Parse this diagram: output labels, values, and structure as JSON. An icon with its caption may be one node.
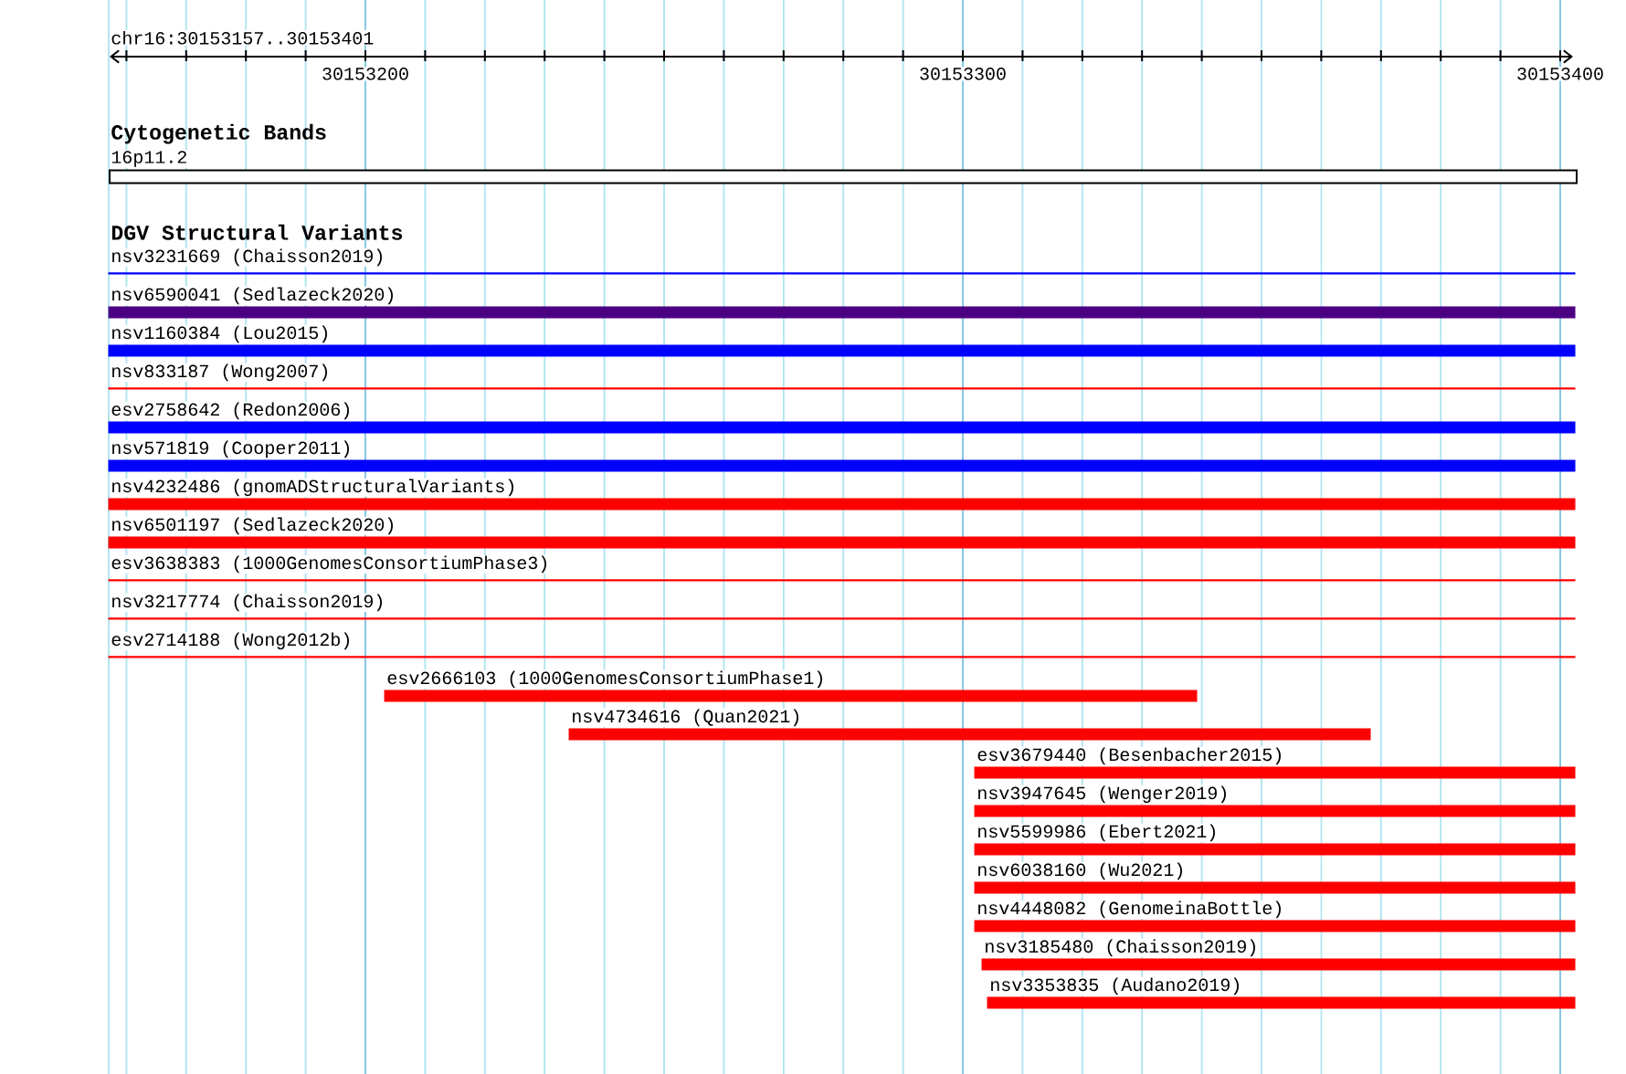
{
  "diagram": {
    "nodes": [
      {
        "text": [
          "16p11.2"
        ]
      },
      {
        "text": [
          "nsv3231669 (Chaisson2019)"
        ]
      },
      {
        "text": [
          "nsv6590041 (Sedlazeck2020)"
        ]
      },
      {
        "text": [
          "nsv1160384 (Lou2015)"
        ]
      },
      {
        "text": [
          "nsv833187 (Wong2007)"
        ]
      },
      {
        "text": [
          "esv2758642 (Redon2006)"
        ]
      },
      {
        "text": [
          "nsv571819 (Cooper2011)"
        ]
      },
      {
        "text": [
          "nsv4232486 (gnomADStructuralVariants)"
        ]
      },
      {
        "text": [
          "nsv6501197 (Sedlazeck2020)"
        ]
      },
      {
        "text": [
          "esv3638383 (1000GenomesConsortiumPhase3)"
        ]
      },
      {
        "text": [
          "nsv3217774 (Chaisson2019)"
        ]
      },
      {
        "text": [
          "esv2714188 (Wong2012b)"
        ]
      },
      {
        "text": [
          "esv2666103 (1000GenomesConsortiumPhase1)"
        ]
      },
      {
        "text": [
          "nsv4734616 (Quan2021)"
        ]
      },
      {
        "text": [
          "esv3679440 (Besenbacher2015)"
        ]
      },
      {
        "text": [
          "nsv3947645 (Wenger2019)"
        ]
      },
      {
        "text": [
          "nsv5599986 (Ebert2021)"
        ]
      },
      {
        "text": [
          "nsv6038160 (Wu2021)"
        ]
      },
      {
        "text": [
          "nsv4448082 (GenomeinaBottle)"
        ]
      },
      {
        "text": [
          "nsv3185480 (Chaisson2019)"
        ]
      },
      {
        "text": [
          "nsv3353835 (Audano2019)"
        ]
      }
    ],
    "labels": [
      "chr16:30153157..30153401",
      "30153200",
      "30153300",
      "30153400",
      "Cytogenetic Bands",
      "DGV Structural Variants"
    ]
  }
}
